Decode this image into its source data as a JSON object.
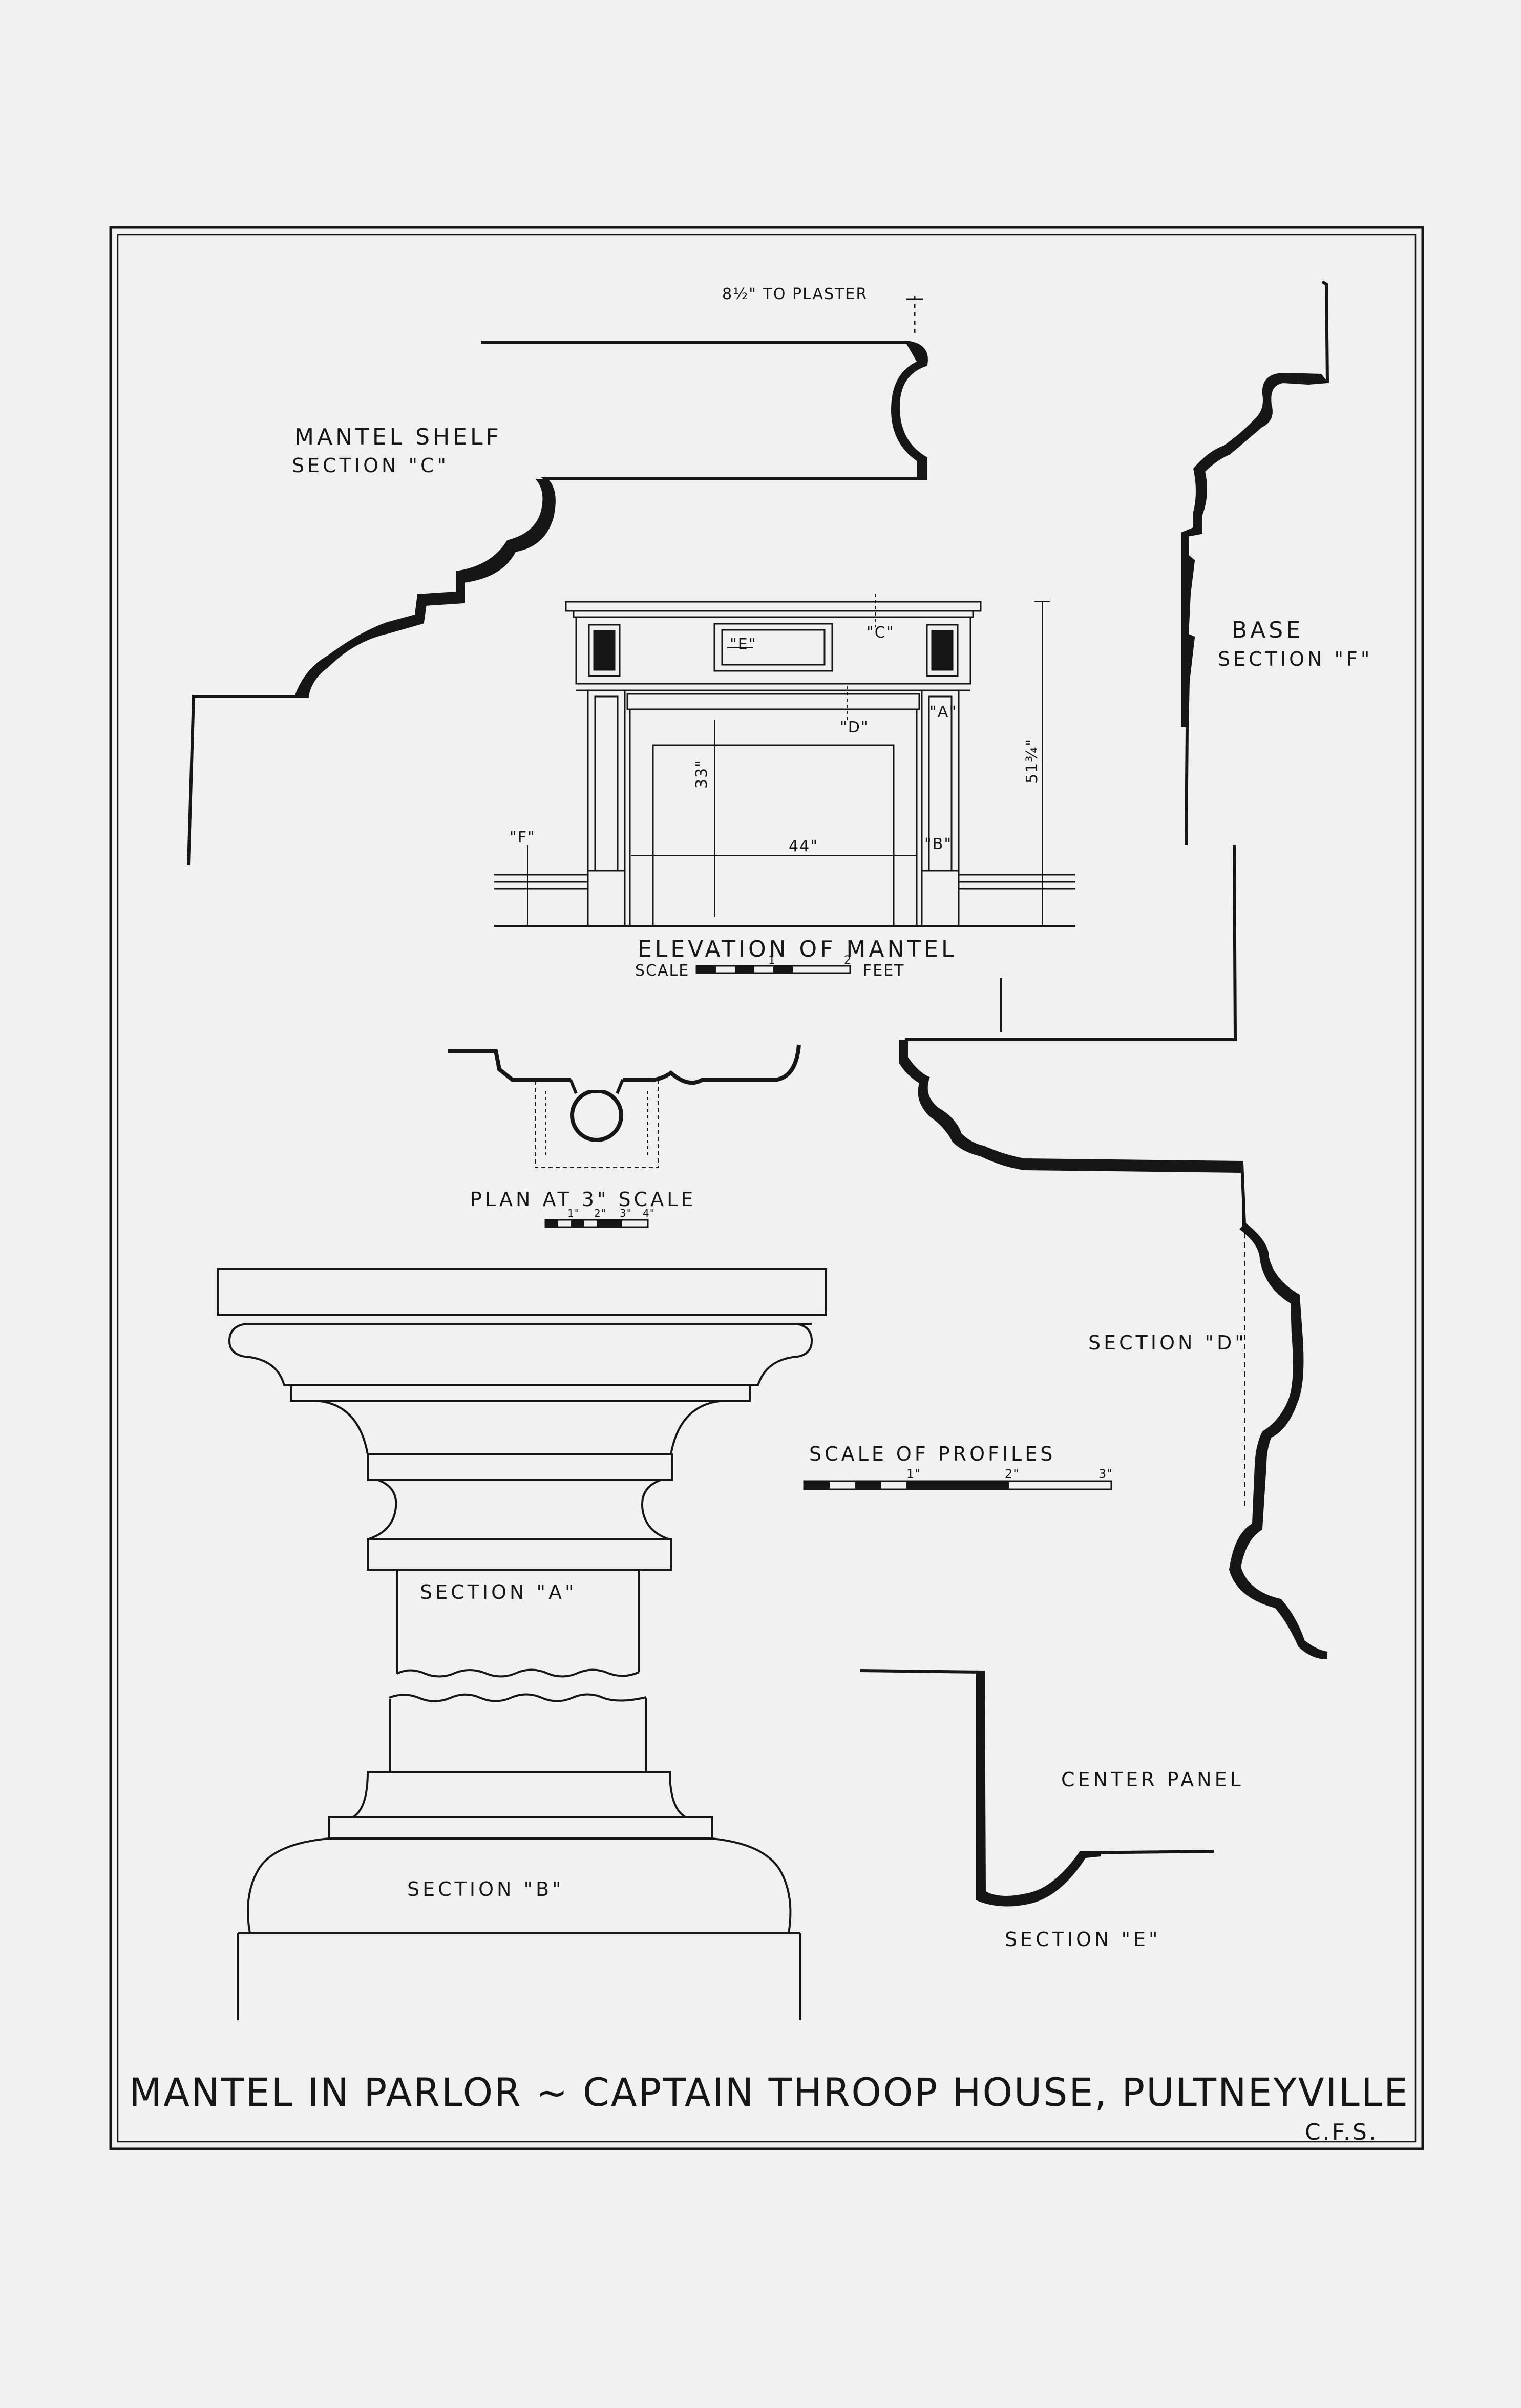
{
  "title": "MANTEL IN PARLOR ~ CAPTAIN THROOP HOUSE, PULTNEYVILLE",
  "initials": "C.F.S.",
  "labels": {
    "plaster_note": "8½\" TO PLASTER",
    "mantel_shelf": "MANTEL SHELF",
    "mantel_shelf_section": "SECTION \"C\"",
    "base": "BASE",
    "base_section": "SECTION \"F\"",
    "elevation_title": "ELEVATION OF MANTEL",
    "elevation_scale_label": "SCALE",
    "elevation_scale_unit": "FEET",
    "elevation_scale_ticks": [
      "1",
      "2"
    ],
    "plan_title": "PLAN AT 3\" SCALE",
    "plan_scale_ticks": [
      "1\"",
      "2\"",
      "3\"",
      "4\""
    ],
    "section_d": "SECTION \"D\"",
    "scale_of_profiles": "SCALE OF PROFILES",
    "profile_scale_ticks": [
      "1\"",
      "2\"",
      "3\""
    ],
    "section_a": "SECTION \"A\"",
    "section_b": "SECTION \"B\"",
    "center_panel": "CENTER PANEL",
    "section_e": "SECTION \"E\""
  },
  "elevation_marks": {
    "mark_e": "\"E\"",
    "mark_c": "\"C\"",
    "mark_d": "\"D\"",
    "mark_a": "\"A\"",
    "mark_b": "\"B\"",
    "mark_f": "\"F\"",
    "height_opening": "33\"",
    "width_opening": "44\"",
    "overall_height": "51¾\""
  },
  "colors": {
    "paper": "#f1f1f1",
    "ink": "#161616"
  }
}
